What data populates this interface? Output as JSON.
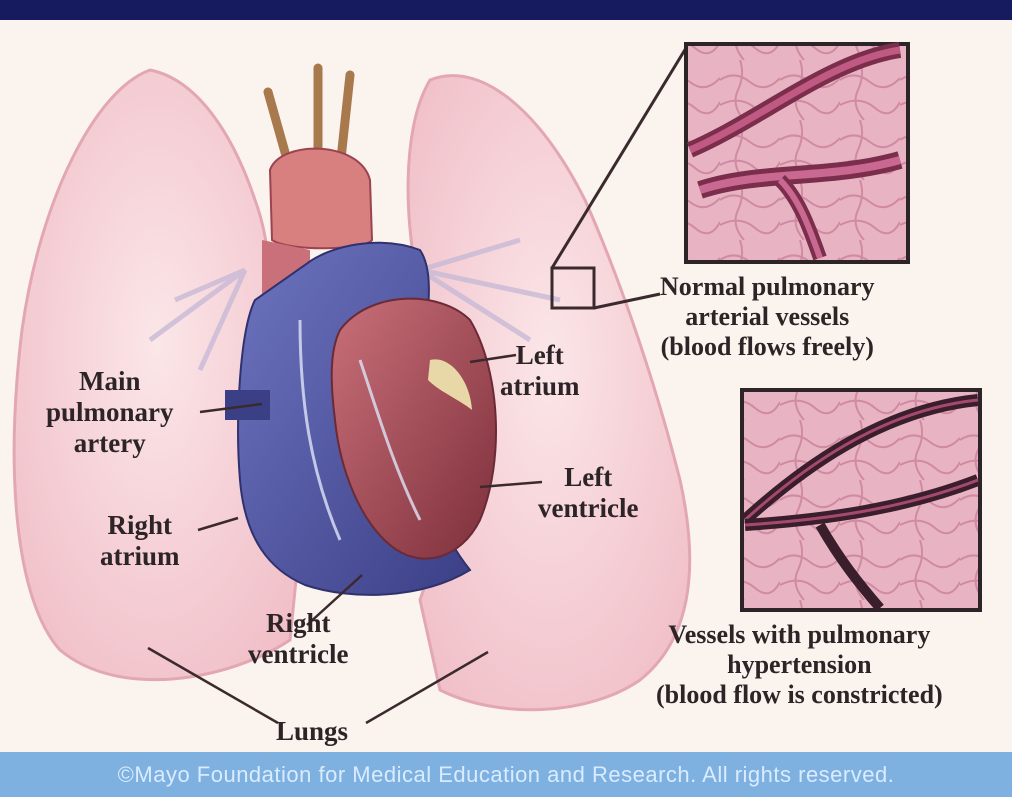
{
  "labels": {
    "main_pulmonary_artery": [
      "Main",
      "pulmonary",
      "artery"
    ],
    "right_atrium": [
      "Right",
      "atrium"
    ],
    "right_ventricle": [
      "Right",
      "ventricle"
    ],
    "left_atrium": [
      "Left",
      "atrium"
    ],
    "left_ventricle": [
      "Left",
      "ventricle"
    ],
    "lungs": "Lungs",
    "normal_vessels": [
      "Normal pulmonary",
      "arterial vessels",
      "(blood flows freely)"
    ],
    "hypertension_vessels": [
      "Vessels with pulmonary",
      "hypertension",
      "(blood flow is constricted)"
    ]
  },
  "footer": {
    "credit": "©Mayo Foundation for Medical Education and Research. All rights reserved."
  },
  "colors": {
    "header_bar": "#161a5e",
    "footer_bar": "#7fb1e0",
    "lung": "#f3c9cf",
    "heart_blue": "#5a5fa8",
    "heart_red": "#9b4350",
    "vessel_tissue": "#e9b3c2",
    "vessel_dark": "#6b2f4a"
  }
}
